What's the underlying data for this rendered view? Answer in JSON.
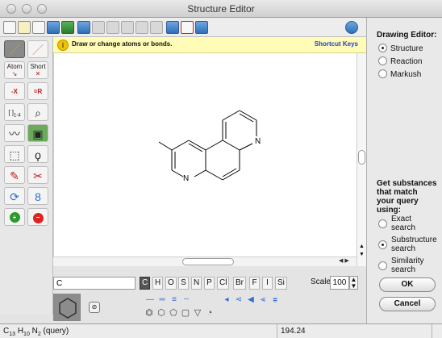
{
  "window": {
    "title": "Structure Editor"
  },
  "hint": {
    "text": "Draw or change atoms or bonds.",
    "shortcut_label": "Shortcut Keys"
  },
  "palette": {
    "atom_label": "Atom",
    "short_label": "Short",
    "remove_x_label": "-X",
    "replace_r_label": "=R",
    "bracket_label": "[ ]",
    "bracket_sub": "1-4"
  },
  "elements": {
    "formula_value": "C",
    "items": [
      "C",
      "H",
      "O",
      "S",
      "N",
      "P",
      "Cl",
      "Br",
      "F",
      "I",
      "Si"
    ],
    "active": "C"
  },
  "scale": {
    "label": "Scale",
    "value": "100"
  },
  "molecule": {
    "atom_n1": "N",
    "atom_n2": "N"
  },
  "status": {
    "formula_c": "C",
    "formula_c_count": "13",
    "formula_h": "H",
    "formula_h_count": "10",
    "formula_n": "N",
    "formula_n_count": "2",
    "formula_suffix": "(query)",
    "mass": "194.24"
  },
  "sidebar": {
    "drawing_editor_title": "Drawing Editor:",
    "modes": [
      {
        "label": "Structure",
        "checked": true
      },
      {
        "label": "Reaction",
        "checked": false
      },
      {
        "label": "Markush",
        "checked": false
      }
    ],
    "search_title_lines": [
      "Get substances",
      "that match",
      "your query",
      "using:"
    ],
    "search_options": [
      {
        "line1": "Exact",
        "line2": "search",
        "checked": false
      },
      {
        "line1": "Substructure",
        "line2": "search",
        "checked": true
      },
      {
        "line1": "Similarity",
        "line2": "search",
        "checked": false
      }
    ],
    "ok_label": "OK",
    "cancel_label": "Cancel"
  },
  "colors": {
    "hint_bg": "#fffcb8",
    "shortcut_link": "#1c3fd0",
    "accent_blue": "#2f6fb8"
  }
}
